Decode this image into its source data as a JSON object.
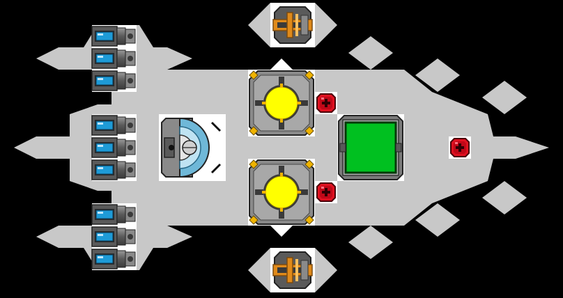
{
  "scene": {
    "background_color": "#000000",
    "hull_color": "#c8c8c8",
    "tile_white": "#ffffff"
  },
  "modules": {
    "engines": {
      "count": 9,
      "icon": "engine-icon",
      "screen_color": "#1e9bd7"
    },
    "weapons": {
      "count": 2,
      "icon": "cannon-icon",
      "accent_color": "#e08a1a"
    },
    "reactors": {
      "count": 2,
      "icon": "reactor-core-icon",
      "core_color": "#ffff00",
      "corner_color": "#f0b400"
    },
    "shield": {
      "icon": "shield-generator-icon",
      "ring_color": "#6fb8d8"
    },
    "cargo": {
      "icon": "cargo-crate-icon",
      "fill_color": "#00c020"
    },
    "sensors": {
      "count": 3,
      "icon": "sensor-node-icon",
      "color": "#e01020"
    }
  }
}
